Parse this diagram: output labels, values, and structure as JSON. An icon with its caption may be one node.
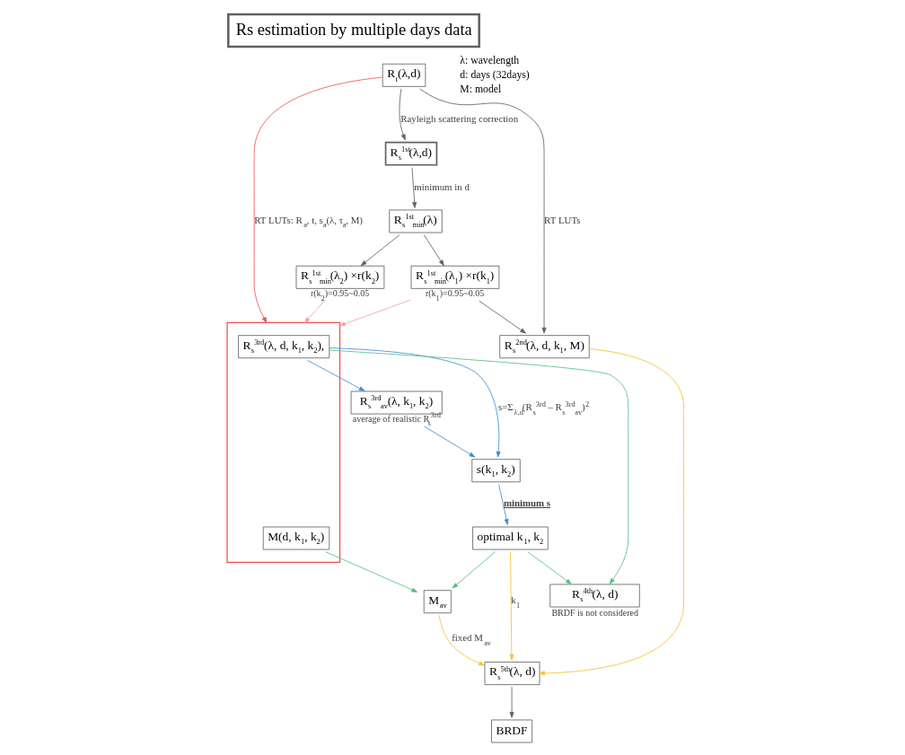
{
  "diagram": {
    "title": "Rs estimation by multiple days data",
    "nodes": [
      {
        "text": [
          "R$_{t}$(λ,d)"
        ]
      },
      {
        "text": [
          "R$_{s}$$^{1st}$(λ,d)"
        ]
      },
      {
        "text": [
          "R$_{s}$$^{1st}$$_{min}$(λ)"
        ]
      },
      {
        "text": [
          "R$_{s}$$^{1st}$$_{min}$(λ$_{1}$) ×r(k$_{1}$)"
        ],
        "beside": [
          "r(k$_{1}$)=0.95~0.05"
        ]
      },
      {
        "text": [
          "R$_{s}$$^{1st}$$_{min}$(λ$_{2}$) ×r(k$_{2}$)"
        ],
        "beside": [
          "r(k$_{2}$)=0.95~0.05"
        ]
      },
      {
        "text": [
          "R$_{s}$$^{2nd}$(λ, d, k$_{1}$, M)"
        ]
      },
      {
        "text": [],
        "shape": "box"
      },
      {
        "text": [
          "R$_{s}$$^{3rd}$(λ, d, k$_{1}$, k$_{2}$),"
        ],
        "in": 6
      },
      {
        "text": [
          "M(d, k$_{1}$, k$_{2}$)"
        ],
        "in": 6
      },
      {
        "text": [
          "s(k$_{1}$, k$_{2}$)"
        ]
      },
      {
        "text": [
          "R$_{s}$$^{3rd}$$_{av}$(λ, k$_{1}$, k$_{2}$)"
        ],
        "beside": [
          "average of realistic R$_{s}$$^{3rd}$"
        ]
      },
      {
        "text": [
          "optimal k$_{1}$, k$_{2}$"
        ]
      },
      {
        "text": [
          "R$_{s}$$^{4th}$(λ, d)"
        ],
        "beside": [
          "BRDF is not considered"
        ]
      },
      {
        "text": [
          "M$_{av}$"
        ]
      },
      {
        "text": [
          "R$_{s}$$^{5th}$(λ, d)"
        ]
      },
      {
        "text": [
          "BRDF"
        ]
      }
    ],
    "edges": [
      {
        "from": 0,
        "to": 1,
        "arrow": "to",
        "label": "Rayleigh scattering correction"
      },
      {
        "from": 1,
        "to": 2,
        "arrow": "to",
        "label": "minimum in d"
      },
      {
        "from": 2,
        "to": 3,
        "arrow": "to"
      },
      {
        "from": 2,
        "to": 4,
        "arrow": "to"
      },
      {
        "from": 0,
        "to": 5,
        "arrow": "to",
        "label": "RT LUTs"
      },
      {
        "from": 3,
        "to": 5,
        "arrow": "to"
      },
      {
        "from": 0,
        "to": 6,
        "arrow": "to",
        "color": "#f05050",
        "label": "RT LUTs: R$_{a}$, t, s$_{a}$(λ, τ$_{a}$, M)"
      },
      {
        "from": 3,
        "to": 6,
        "arrow": "to",
        "color": "#f4a0a0"
      },
      {
        "from": 4,
        "to": 6,
        "arrow": "to",
        "color": "#f4a0a0"
      },
      {
        "from": 7,
        "to": 9,
        "arrow": "to",
        "color": "#3c8dd0",
        "label": "s=Σ$_{λ,d}$(R$_{s}$$^{3rd}$ – R$_{s}$$^{3rd}$$_{av}$)$^{2}$"
      },
      {
        "from": 7,
        "to": 10,
        "arrow": "to",
        "color": "#3c8dd0"
      },
      {
        "from": 10,
        "to": 9,
        "arrow": "to",
        "color": "#3c8dd0"
      },
      {
        "from": 9,
        "to": 11,
        "arrow": "to",
        "color": "#3c8dd0",
        "label": "minimum s"
      },
      {
        "from": 7,
        "to": 12,
        "arrow": "to",
        "color": "#50c080"
      },
      {
        "from": 11,
        "to": 12,
        "arrow": "to",
        "color": "#50c080"
      },
      {
        "from": 11,
        "to": 13,
        "arrow": "to",
        "color": "#50c080"
      },
      {
        "from": 8,
        "to": 13,
        "arrow": "to",
        "color": "#50c080"
      },
      {
        "from": 5,
        "to": 14,
        "arrow": "to",
        "color": "#f8c030"
      },
      {
        "from": 11,
        "to": 14,
        "arrow": "to",
        "color": "#f8c030",
        "label": "k$_{1}$"
      },
      {
        "from": 13,
        "to": 14,
        "arrow": "to",
        "color": "#f8c030",
        "label": "fixed M$_{av}$"
      },
      {
        "from": 14,
        "to": 15,
        "arrow": "to"
      }
    ],
    "labels": [
      "λ: wavelength",
      "d: days (32days)",
      "M: model"
    ]
  }
}
